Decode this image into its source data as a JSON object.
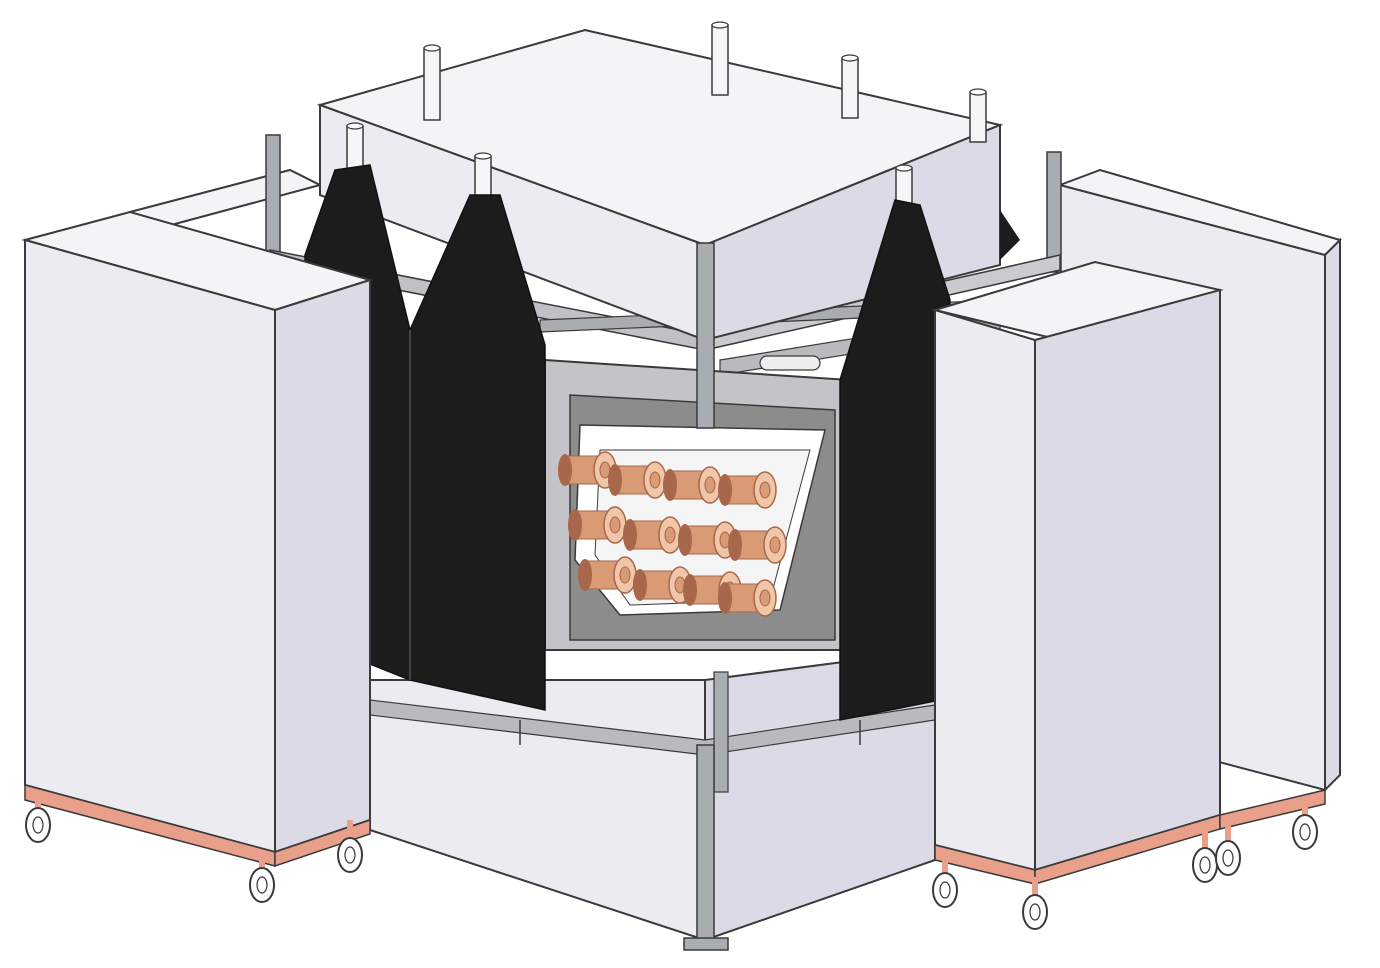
{
  "figure": {
    "kind": "isometric CAD render",
    "colors": {
      "background": "#ffffff",
      "panel_front": "#dcdae6",
      "panel_side": "#ecebf2",
      "panel_top": "#f4f4f7",
      "edge": "#3a3a3a",
      "absorber": "#1c1c1c",
      "frame": "#a9acb0",
      "base_strip": "#e8a08a",
      "copper_light": "#f1c5a8",
      "copper": "#d99a76",
      "copper_dark": "#a8674a",
      "interior": "#8c8c8c"
    },
    "parts": {
      "top_cover": "top-cover-icon",
      "left_door": "shield-door-icon",
      "right_doors": "shield-door-icon",
      "black_absorbers": "absorber-icon",
      "collimator_bundle": "cylinder-bundle-icon",
      "casters": "caster-wheel-icon",
      "frame_posts": "frame-post-icon"
    },
    "counts": {
      "cylinders": 12,
      "caster_wheels": 8,
      "black_absorbers": 3,
      "top_pipes": 7
    }
  }
}
